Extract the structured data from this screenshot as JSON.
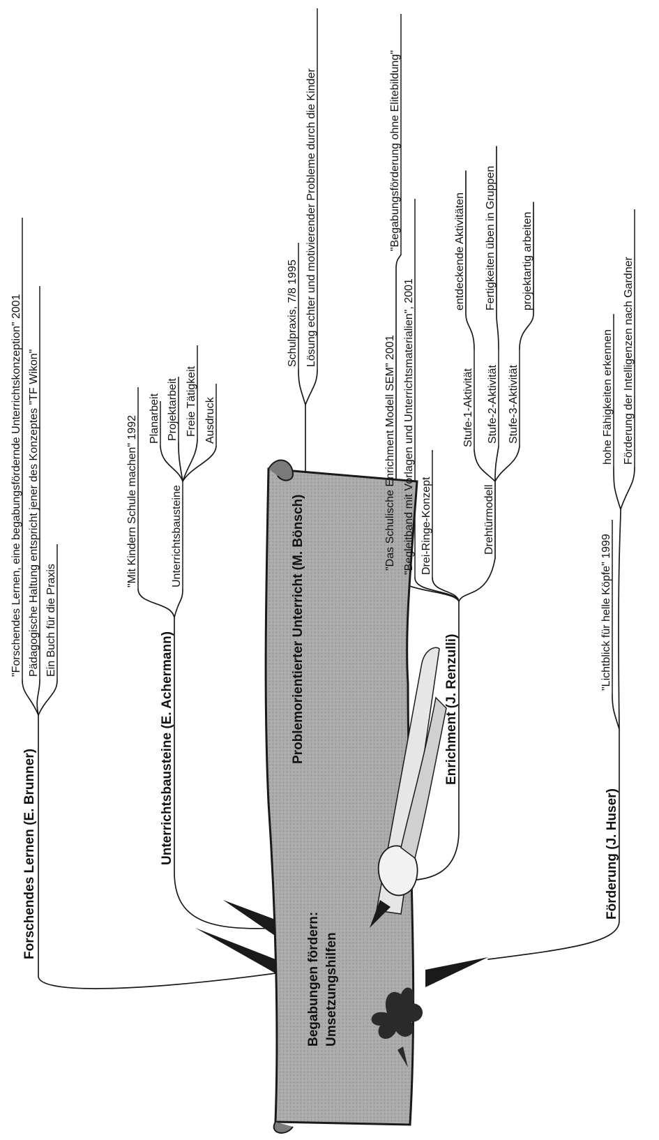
{
  "center": {
    "line1": "Begabungen fördern:",
    "line2": "Umsetzungshilfen"
  },
  "colors": {
    "ink": "#1a1a1a",
    "card": "#a9a9a9",
    "card_dark": "#5e5e5e",
    "paper": "#ffffff"
  },
  "icons": {
    "card": "paper-card-icon",
    "hand": "writing-hand-icon",
    "blot": "ink-blot-icon"
  },
  "branches": {
    "brunner": {
      "title": "Forschendes Lernen (E. Brunner)",
      "items": [
        "\"Forschendes Lernen, eine begabungsfördernde Unterrichtskonzeption\" 2001",
        "Pädagogische Haltung entspricht jener des Konzeptes \"TF Wikon\"",
        "Ein Buch für die Praxis"
      ]
    },
    "achermann": {
      "title": "Unterrichtsbausteine (E. Achermann)",
      "book": "\"Mit Kindern Schule machen\" 1992",
      "sub_title": "Unterrichtsbausteine",
      "sub_items": [
        "Planarbeit",
        "Projektarbeit",
        "Freie Tätigkeit",
        "Ausdruck"
      ]
    },
    "boensch": {
      "title": "Problemorientierter Unterricht (M. Bönsch)",
      "items": [
        "Schulpraxis, 7/8 1995",
        "Lösung echter und motivierender Probleme durch die Kinder"
      ]
    },
    "renzulli": {
      "title": "Enrichment (J. Renzulli)",
      "sem": "\"Das Schulische Enrichment Modell SEM\" 2001",
      "sem_sub": "\"Begabungsförderung ohne Elitebildung\"",
      "begleitband": "\"Begleitband mit Vorlagen und Unterrichtsmaterialien\", 2001",
      "drei_ringe": "Drei-Ringe-Konzept",
      "drehtuer": "Drehtürmodell",
      "stufen": [
        {
          "label": "Stufe-1-Aktivität",
          "detail": "entdeckende Aktivitäten"
        },
        {
          "label": "Stufe-2-Aktivität",
          "detail": "Fertigkeiten üben in Gruppen"
        },
        {
          "label": "Stufe-3-Aktivität",
          "detail": "projektartig arbeiten"
        }
      ]
    },
    "huser": {
      "title": "Förderung (J. Huser)",
      "book": "\"Lichtblick für helle Köpfe\" 1999",
      "items": [
        "hohe Fähigkeiten erkennen",
        "Förderung der Intelligenzen nach Gardner"
      ]
    }
  }
}
